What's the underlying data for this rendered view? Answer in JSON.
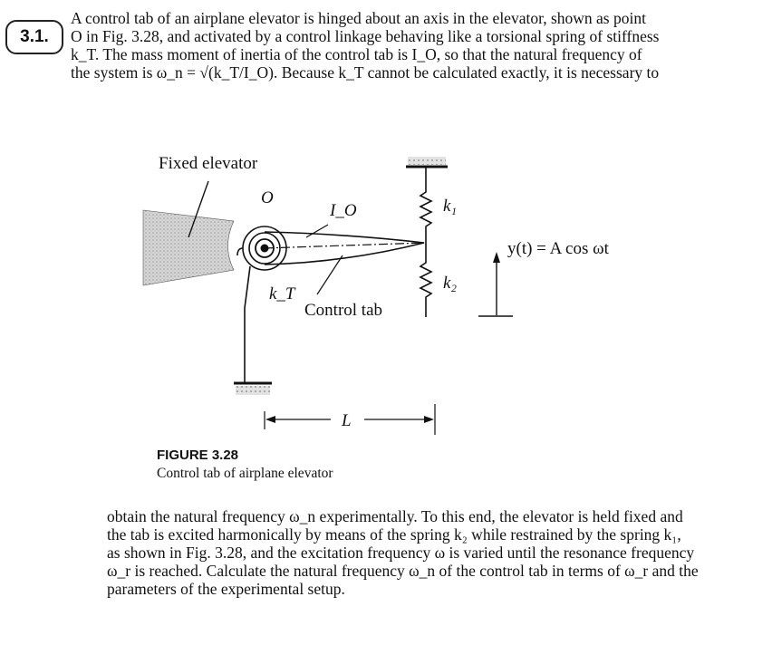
{
  "problem": {
    "number": "3.1.",
    "intro_lines": [
      "A control tab of an airplane elevator is hinged about an axis in the elevator, shown as point",
      "O in Fig. 3.28, and activated by a control linkage behaving like a torsional spring of stiffness",
      "k_T. The mass moment of inertia of the control tab is I_O, so that the natural frequency of",
      "the system is ω_n = √(k_T/I_O). Because k_T cannot be calculated exactly, it is necessary to"
    ],
    "continuation_lines": [
      "obtain the natural frequency ω_n experimentally. To this end, the elevator is held fixed and",
      "the tab is excited harmonically by means of the spring k₂ while restrained by the spring k₁,",
      "as shown in Fig. 3.28, and the excitation frequency ω is varied until the resonance frequency",
      "ω_r is reached. Calculate the natural frequency ω_n of the control tab in terms of ω_r and the",
      "parameters of the experimental setup."
    ]
  },
  "figure": {
    "label_fixed_elevator": "Fixed elevator",
    "label_point": "O",
    "label_inertia": "I_O",
    "label_kt": "k_T",
    "label_control_tab": "Control tab",
    "label_k1": "k₁",
    "label_k2": "k₂",
    "label_excitation": "y(t) = A cos ωt",
    "label_length": "L",
    "caption_title": "FIGURE 3.28",
    "caption_text": "Control tab of airplane elevator"
  }
}
